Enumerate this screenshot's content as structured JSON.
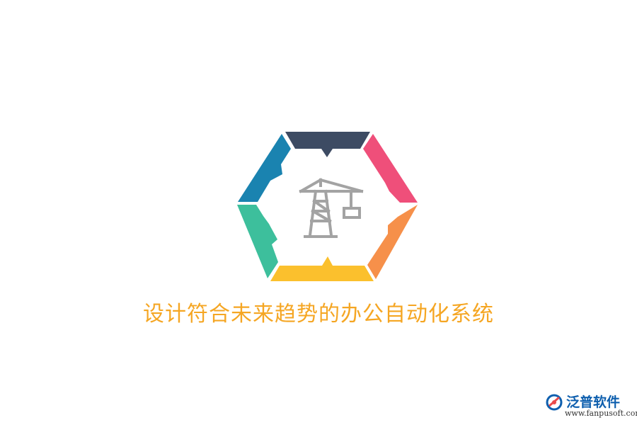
{
  "caption": "设计符合未来趋势的办公自动化系统",
  "brand": {
    "name": "泛普软件",
    "url": "www.fanpusoft.com"
  },
  "icons": {
    "center": "tower-crane-icon",
    "brand": "fanpu-logo-icon"
  },
  "colors": {
    "background": "#ffffff",
    "caption": "#f5a623",
    "segment_top": "#3d4b63",
    "segment_upper_right": "#ef4f7a",
    "segment_lower_right": "#f6904a",
    "segment_bottom": "#fbc02d",
    "segment_lower_left": "#3dbf9c",
    "segment_upper_left": "#1a83b0",
    "crane": "#a3a3a3",
    "brand_name": "#0e5fae",
    "brand_url": "#333333",
    "brand_accent": "#e94b4b"
  }
}
